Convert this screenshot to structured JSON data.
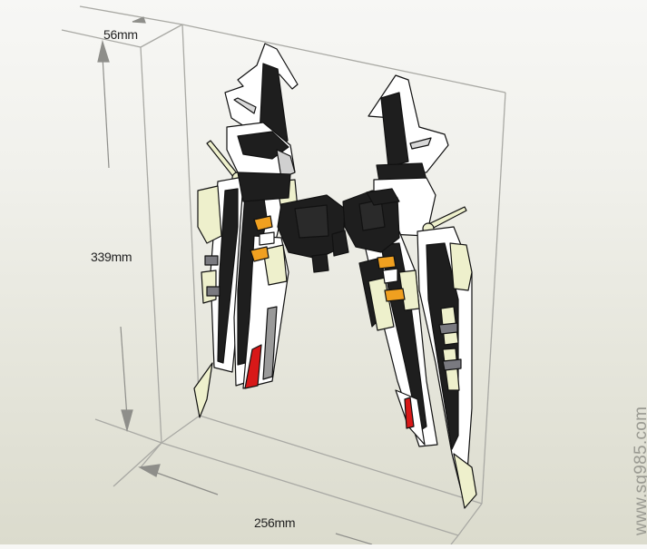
{
  "scene": {
    "subject": "papercraft model render with bounding box",
    "colors": {
      "background_top": "#f7f7f5",
      "background_bottom": "#dbdbcd",
      "box_line": "#a9a9a4",
      "arrow": "#8e8e8a",
      "armor_white": "#ffffff",
      "armor_black": "#1e1e1e",
      "armor_cream": "#eef0cc",
      "accent_orange": "#f0a020",
      "accent_red": "#d81818",
      "accent_gray": "#7a7a80"
    }
  },
  "dimensions": {
    "depth": "56mm",
    "height": "339mm",
    "width": "256mm"
  },
  "watermark": {
    "text": "www.sg985.com"
  }
}
